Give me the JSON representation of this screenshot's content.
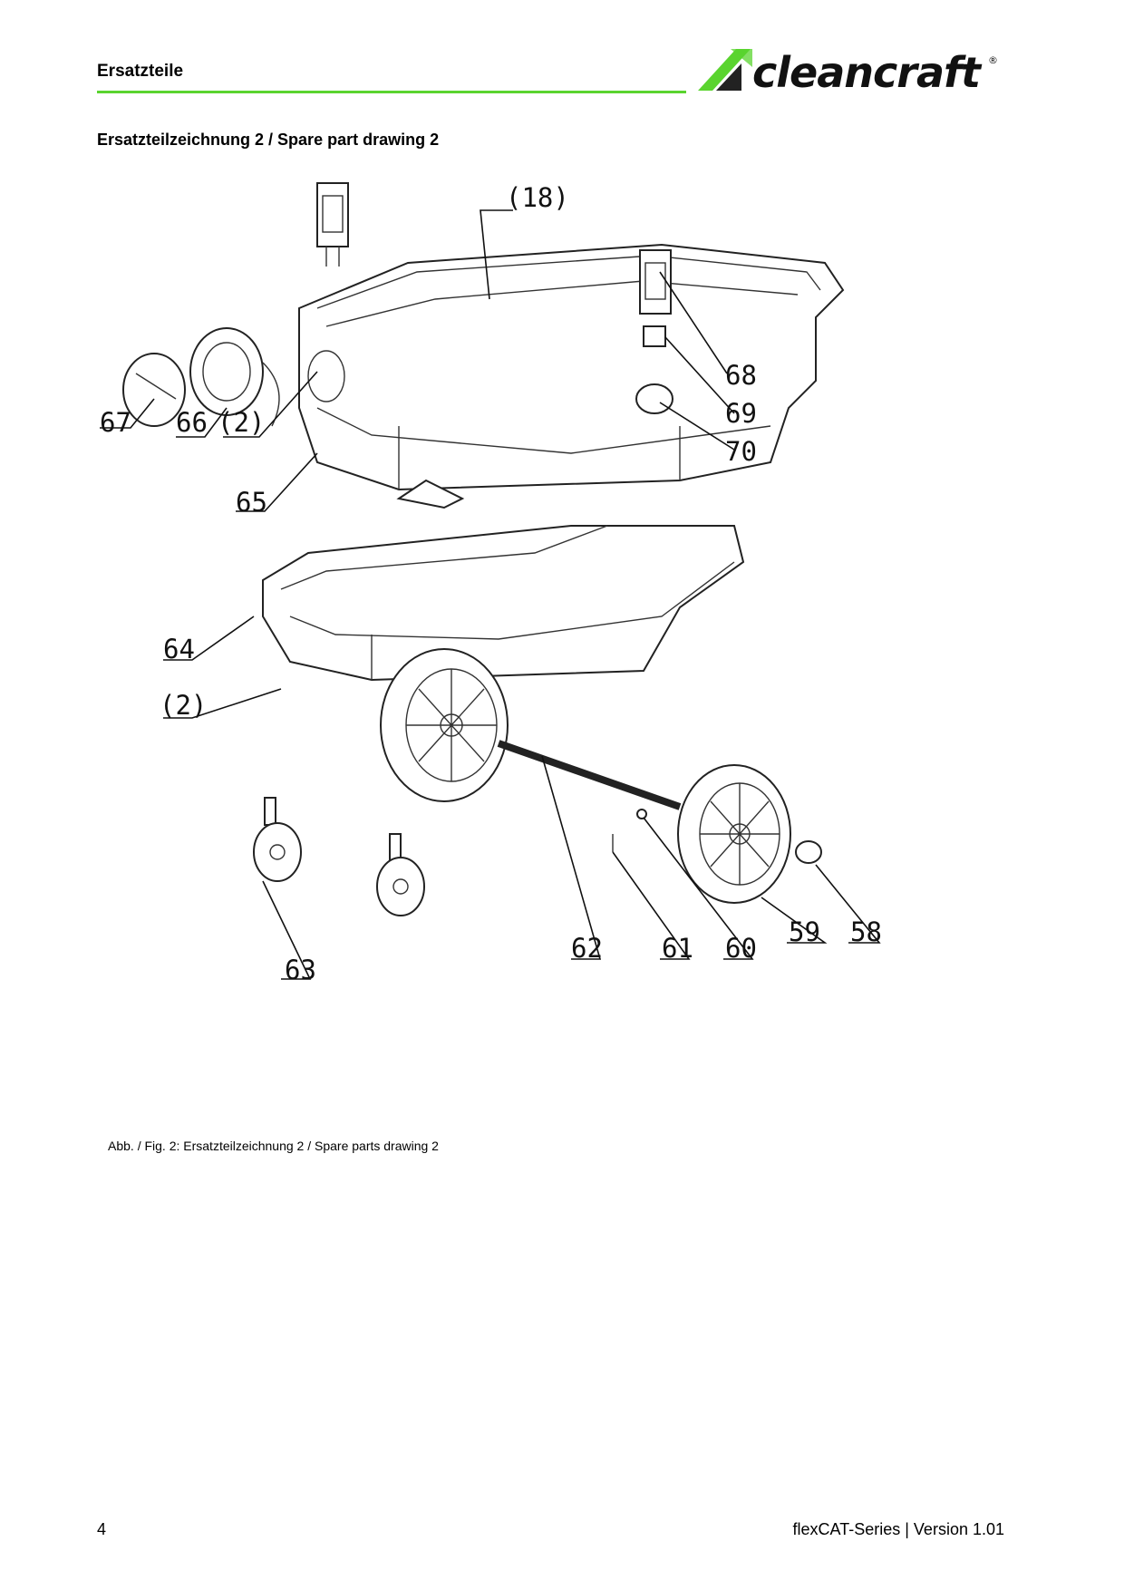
{
  "header": {
    "title": "Ersatzteile",
    "logo_text": "cleancraft",
    "logo_mark": "®",
    "accent_color": "#5ad42f"
  },
  "section_title": "Ersatzteilzeichnung 2 / Spare part drawing 2",
  "drawing": {
    "callouts": [
      {
        "id": "c18",
        "label": "(18)"
      },
      {
        "id": "c68",
        "label": "68"
      },
      {
        "id": "c69",
        "label": "69"
      },
      {
        "id": "c70",
        "label": "70"
      },
      {
        "id": "c67",
        "label": "67"
      },
      {
        "id": "c66",
        "label": "66"
      },
      {
        "id": "c2a",
        "label": "(2)"
      },
      {
        "id": "c65",
        "label": "65"
      },
      {
        "id": "c64",
        "label": "64"
      },
      {
        "id": "c2b",
        "label": "(2)"
      },
      {
        "id": "c63",
        "label": "63"
      },
      {
        "id": "c62",
        "label": "62"
      },
      {
        "id": "c61",
        "label": "61"
      },
      {
        "id": "c60",
        "label": "60"
      },
      {
        "id": "c59",
        "label": "59"
      },
      {
        "id": "c58",
        "label": "58"
      }
    ]
  },
  "caption": "Abb. / Fig. 2: Ersatzteilzeichnung 2 / Spare parts drawing 2",
  "footer": {
    "page_number": "4",
    "doc_version": "flexCAT-Series | Version 1.01"
  }
}
